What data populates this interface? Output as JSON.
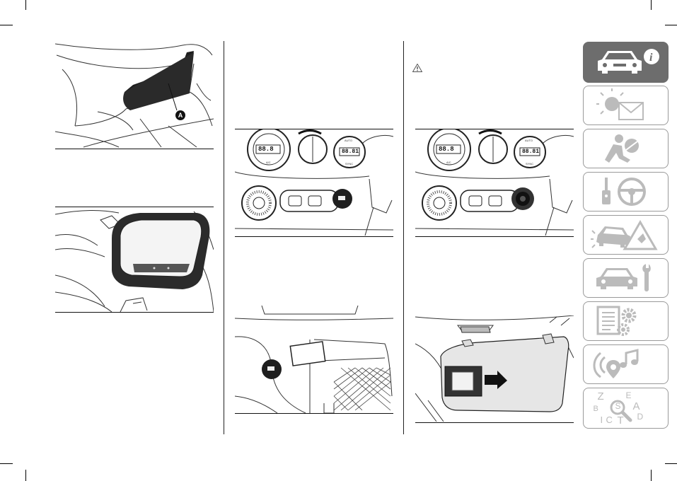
{
  "figures": {
    "armrest": {
      "callout": "A"
    },
    "console": {
      "display_left": "88.8",
      "display_right": "88.81",
      "label_auto": "AUTO",
      "label_sync": "SYNC",
      "label_a_c": "A/C"
    }
  },
  "side_tabs": [
    {
      "id": "vehicle-info",
      "icon": "car-info-icon",
      "active": true
    },
    {
      "id": "lights-messages",
      "icon": "warning-light-envelope-icon",
      "active": false
    },
    {
      "id": "safety",
      "icon": "seated-person-airbag-icon",
      "active": false
    },
    {
      "id": "starting-driving",
      "icon": "key-steering-wheel-icon",
      "active": false
    },
    {
      "id": "emergency",
      "icon": "car-warning-triangle-icon",
      "active": false
    },
    {
      "id": "maintenance",
      "icon": "car-wrench-icon",
      "active": false
    },
    {
      "id": "technical-data",
      "icon": "document-gears-icon",
      "active": false
    },
    {
      "id": "multimedia",
      "icon": "antenna-music-icon",
      "active": false
    },
    {
      "id": "index",
      "icon": "alphabet-magnifier-icon",
      "active": false
    }
  ],
  "index_letters": [
    "Z",
    "E",
    "B",
    "S",
    "A",
    "D",
    "I",
    "C",
    "T"
  ]
}
